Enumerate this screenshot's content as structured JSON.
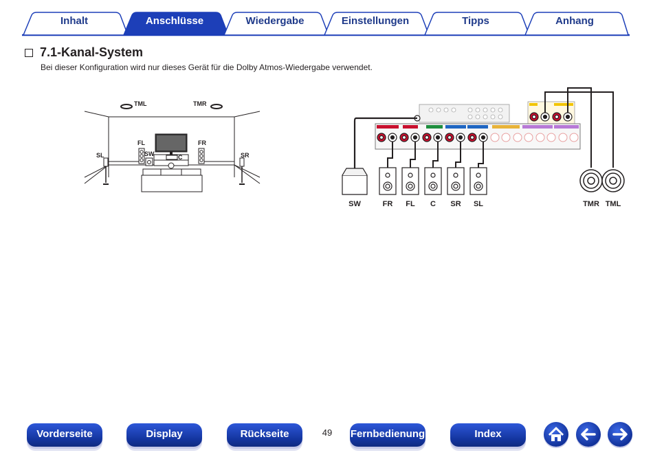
{
  "tabs": [
    {
      "label": "Inhalt",
      "active": false
    },
    {
      "label": "Anschlüsse",
      "active": true
    },
    {
      "label": "Wiedergabe",
      "active": false
    },
    {
      "label": "Einstellungen",
      "active": false
    },
    {
      "label": "Tipps",
      "active": false
    },
    {
      "label": "Anhang",
      "active": false
    }
  ],
  "heading": {
    "title": "7.1-Kanal-System",
    "subtitle": "Bei dieser Konfiguration wird nur dieses Gerät für die Dolby Atmos-Wiedergabe verwendet."
  },
  "room": {
    "tml": "TML",
    "tmr": "TMR",
    "fl": "FL",
    "fr": "FR",
    "sl": "SL",
    "sr": "SR",
    "sw": "SW",
    "c": "C"
  },
  "wiring": {
    "speakers": [
      "SW",
      "FR",
      "FL",
      "C",
      "SR",
      "SL"
    ],
    "height": [
      "TMR",
      "TML"
    ]
  },
  "footer": {
    "buttons": [
      "Vorderseite",
      "Display",
      "Rückseite",
      "Fernbedienung",
      "Index"
    ],
    "page_number": "49",
    "icons": [
      "home-icon",
      "arrow-left-icon",
      "arrow-right-icon"
    ]
  },
  "colors": {
    "accent": "#1d3fb8",
    "tab_active": "#1d3fb8",
    "tab_inactive_text": "#1f3a8a"
  }
}
